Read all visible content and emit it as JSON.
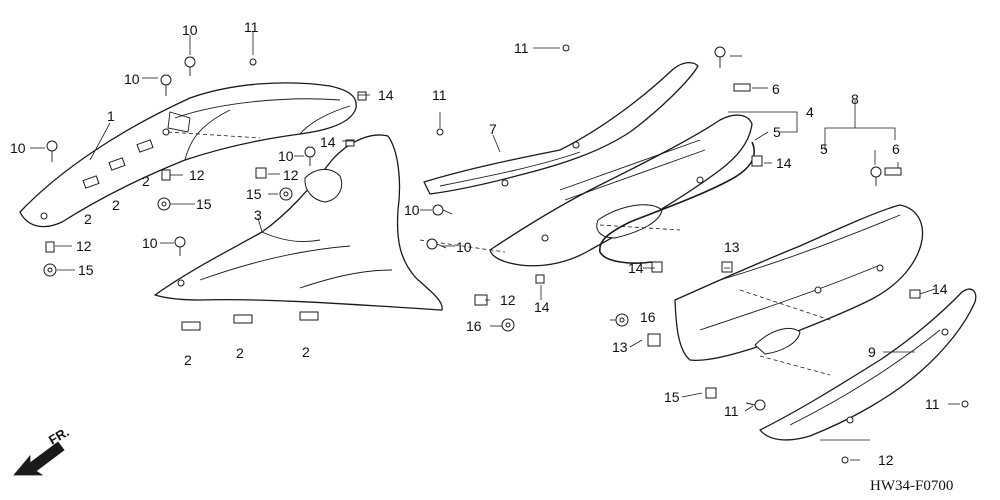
{
  "diagram": {
    "code": "HW34-F0700",
    "direction_label": "FR.",
    "colors": {
      "ink": "#1a1a1a",
      "paper": "#ffffff"
    },
    "callouts": [
      {
        "id": "c1",
        "label": "1"
      },
      {
        "id": "c2a",
        "label": "2"
      },
      {
        "id": "c2b",
        "label": "2"
      },
      {
        "id": "c2c",
        "label": "2"
      },
      {
        "id": "c2d",
        "label": "2"
      },
      {
        "id": "c2e",
        "label": "2"
      },
      {
        "id": "c2f",
        "label": "2"
      },
      {
        "id": "c3",
        "label": "3"
      },
      {
        "id": "c4",
        "label": "4"
      },
      {
        "id": "c5a",
        "label": "5"
      },
      {
        "id": "c5b",
        "label": "5"
      },
      {
        "id": "c6a",
        "label": "6"
      },
      {
        "id": "c6b",
        "label": "6"
      },
      {
        "id": "c7",
        "label": "7"
      },
      {
        "id": "c8",
        "label": "8"
      },
      {
        "id": "c9",
        "label": "9"
      },
      {
        "id": "c10a",
        "label": "10"
      },
      {
        "id": "c10b",
        "label": "10"
      },
      {
        "id": "c10c",
        "label": "10"
      },
      {
        "id": "c10d",
        "label": "10"
      },
      {
        "id": "c10e",
        "label": "10"
      },
      {
        "id": "c10f",
        "label": "10"
      },
      {
        "id": "c10g",
        "label": "10"
      },
      {
        "id": "c11a",
        "label": "11"
      },
      {
        "id": "c11b",
        "label": "11"
      },
      {
        "id": "c11c",
        "label": "11"
      },
      {
        "id": "c11d",
        "label": "11"
      },
      {
        "id": "c11e",
        "label": "11"
      },
      {
        "id": "c12a",
        "label": "12"
      },
      {
        "id": "c12b",
        "label": "12"
      },
      {
        "id": "c12c",
        "label": "12"
      },
      {
        "id": "c12d",
        "label": "12"
      },
      {
        "id": "c12e",
        "label": "12"
      },
      {
        "id": "c13a",
        "label": "13"
      },
      {
        "id": "c13b",
        "label": "13"
      },
      {
        "id": "c14a",
        "label": "14"
      },
      {
        "id": "c14b",
        "label": "14"
      },
      {
        "id": "c14c",
        "label": "14"
      },
      {
        "id": "c14d",
        "label": "14"
      },
      {
        "id": "c14e",
        "label": "14"
      },
      {
        "id": "c14f",
        "label": "14"
      },
      {
        "id": "c15a",
        "label": "15"
      },
      {
        "id": "c15b",
        "label": "15"
      },
      {
        "id": "c15c",
        "label": "15"
      },
      {
        "id": "c15d",
        "label": "15"
      },
      {
        "id": "c16a",
        "label": "16"
      },
      {
        "id": "c16b",
        "label": "16"
      }
    ]
  }
}
